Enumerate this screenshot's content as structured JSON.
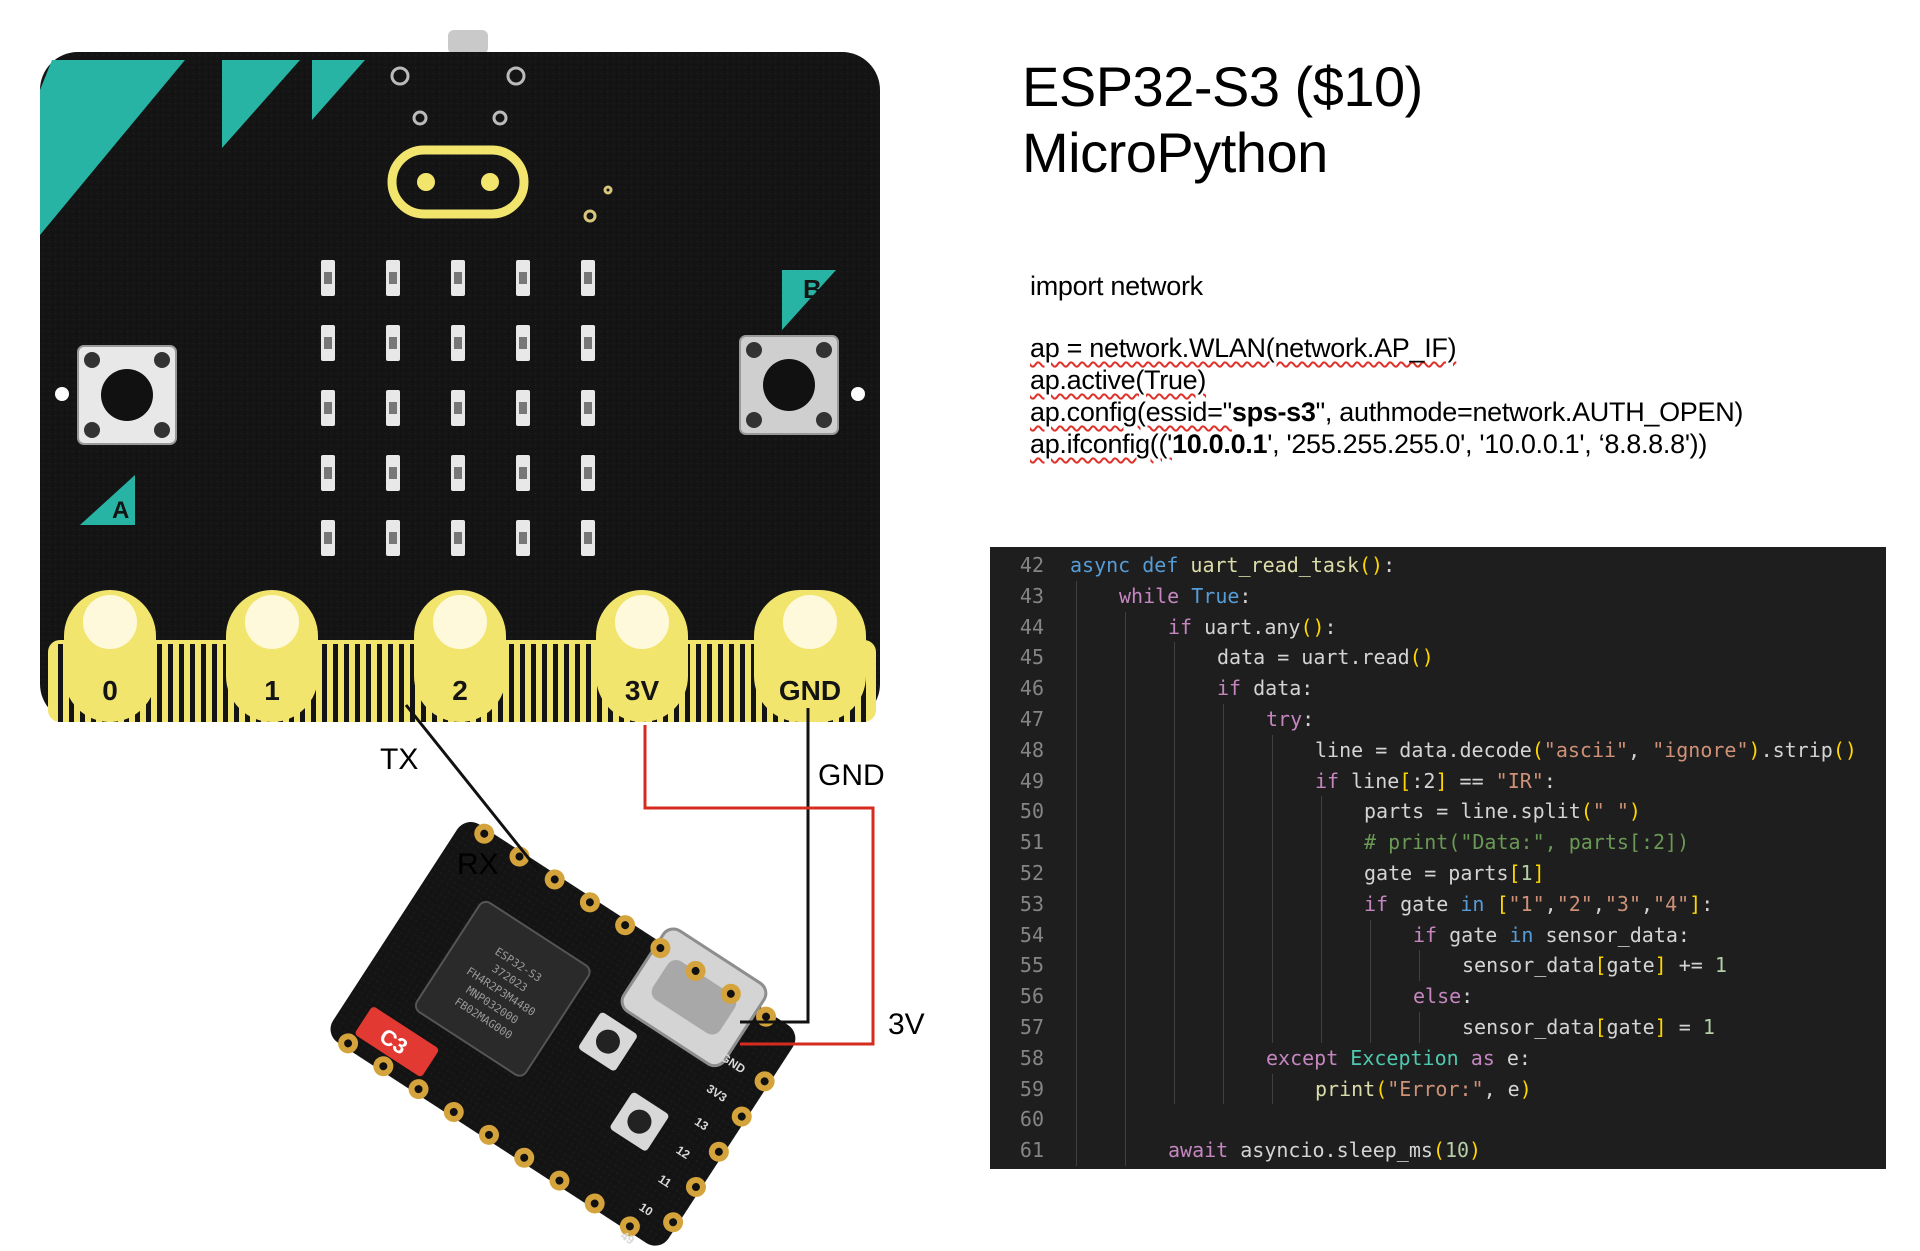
{
  "heading": {
    "line1": "ESP32-S3 ($10)",
    "line2": "MicroPython"
  },
  "microbit": {
    "button_a": "A",
    "button_b": "B",
    "pins": [
      "0",
      "1",
      "2",
      "3V",
      "GND"
    ]
  },
  "esp32": {
    "chip_lines": [
      "ESP32-S3",
      "372023",
      "FH4R2P3M4480",
      "MNP032000",
      "FB02MAG000"
    ],
    "sticker": "C3",
    "pin_labels": [
      "GND",
      "3V3",
      "13",
      "12",
      "11",
      "10",
      "49"
    ]
  },
  "wires": {
    "tx_label": "TX",
    "rx_label": "RX",
    "gnd_label": "GND",
    "v3_label": "3V",
    "colors": {
      "signal": "#111111",
      "gnd": "#111111",
      "power": "#d62b1f"
    }
  },
  "snippet": {
    "line1": "import network",
    "line2": "ap = network.WLAN(network.AP_IF)",
    "line3": "ap.active(True)",
    "line4_a": "ap.config(essid=\"",
    "line4_b": "sps-s3",
    "line4_c": "\", authmode=network.AUTH_OPEN)",
    "line5_a": "ap.ifconfig(('",
    "line5_b": "10.0.0.1",
    "line5_c": "', '255.255.255.0', '10.0.0.1', ‘8.8.8.8'))"
  },
  "code_editor": {
    "line_numbers": [
      "42",
      "43",
      "44",
      "45",
      "46",
      "47",
      "48",
      "49",
      "50",
      "51",
      "52",
      "53",
      "54",
      "55",
      "56",
      "57",
      "58",
      "59",
      "60",
      "61"
    ],
    "lines": [
      [
        [
          "kw",
          "async def "
        ],
        [
          "fn",
          "uart_read_task"
        ],
        [
          "br",
          "()"
        ],
        [
          "plain",
          ":"
        ]
      ],
      [
        [
          "ctl",
          "while "
        ],
        [
          "kw",
          "True"
        ],
        [
          "plain",
          ":"
        ]
      ],
      [
        [
          "ctl",
          "if "
        ],
        [
          "plain",
          "uart.any"
        ],
        [
          "br",
          "()"
        ],
        [
          "plain",
          ":"
        ]
      ],
      [
        [
          "plain",
          "data = uart.read"
        ],
        [
          "br",
          "()"
        ]
      ],
      [
        [
          "ctl",
          "if "
        ],
        [
          "plain",
          "data:"
        ]
      ],
      [
        [
          "ctl",
          "try"
        ],
        [
          "plain",
          ":"
        ]
      ],
      [
        [
          "plain",
          "line = data.decode"
        ],
        [
          "br",
          "("
        ],
        [
          "str",
          "\"ascii\""
        ],
        [
          "plain",
          ", "
        ],
        [
          "str",
          "\"ignore\""
        ],
        [
          "br",
          ")"
        ],
        [
          "plain",
          ".strip"
        ],
        [
          "br",
          "()"
        ]
      ],
      [
        [
          "ctl",
          "if "
        ],
        [
          "plain",
          "line"
        ],
        [
          "br",
          "["
        ],
        [
          "plain",
          ":2"
        ],
        [
          "br",
          "]"
        ],
        [
          "plain",
          " == "
        ],
        [
          "str",
          "\"IR\""
        ],
        [
          "plain",
          ":"
        ]
      ],
      [
        [
          "plain",
          "parts = line.split"
        ],
        [
          "br",
          "("
        ],
        [
          "str",
          "\" \""
        ],
        [
          "br",
          ")"
        ]
      ],
      [
        [
          "cm",
          "# print(\"Data:\", parts[:2])"
        ]
      ],
      [
        [
          "plain",
          "gate = parts"
        ],
        [
          "br",
          "["
        ],
        [
          "num",
          "1"
        ],
        [
          "br",
          "]"
        ]
      ],
      [
        [
          "ctl",
          "if "
        ],
        [
          "plain",
          "gate "
        ],
        [
          "kw",
          "in "
        ],
        [
          "br",
          "["
        ],
        [
          "str",
          "\"1\""
        ],
        [
          "plain",
          ","
        ],
        [
          "str",
          "\"2\""
        ],
        [
          "plain",
          ","
        ],
        [
          "str",
          "\"3\""
        ],
        [
          "plain",
          ","
        ],
        [
          "str",
          "\"4\""
        ],
        [
          "br",
          "]"
        ],
        [
          "plain",
          ":"
        ]
      ],
      [
        [
          "ctl",
          "if "
        ],
        [
          "plain",
          "gate "
        ],
        [
          "kw",
          "in "
        ],
        [
          "plain",
          "sensor_data:"
        ]
      ],
      [
        [
          "plain",
          "sensor_data"
        ],
        [
          "br",
          "["
        ],
        [
          "plain",
          "gate"
        ],
        [
          "br",
          "]"
        ],
        [
          "plain",
          " += "
        ],
        [
          "num",
          "1"
        ]
      ],
      [
        [
          "ctl",
          "else"
        ],
        [
          "plain",
          ":"
        ]
      ],
      [
        [
          "plain",
          "sensor_data"
        ],
        [
          "br",
          "["
        ],
        [
          "plain",
          "gate"
        ],
        [
          "br",
          "]"
        ],
        [
          "plain",
          " = "
        ],
        [
          "num",
          "1"
        ]
      ],
      [
        [
          "ctl",
          "except "
        ],
        [
          "cls",
          "Exception "
        ],
        [
          "ctl",
          "as "
        ],
        [
          "plain",
          "e:"
        ]
      ],
      [
        [
          "fn",
          "print"
        ],
        [
          "br",
          "("
        ],
        [
          "str",
          "\"Error:\""
        ],
        [
          "plain",
          ", e"
        ],
        [
          "br",
          ")"
        ]
      ],
      [],
      [
        [
          "ctl",
          "await "
        ],
        [
          "plain",
          "asyncio.sleep_ms"
        ],
        [
          "br",
          "("
        ],
        [
          "num",
          "10"
        ],
        [
          "br",
          ")"
        ]
      ]
    ]
  }
}
